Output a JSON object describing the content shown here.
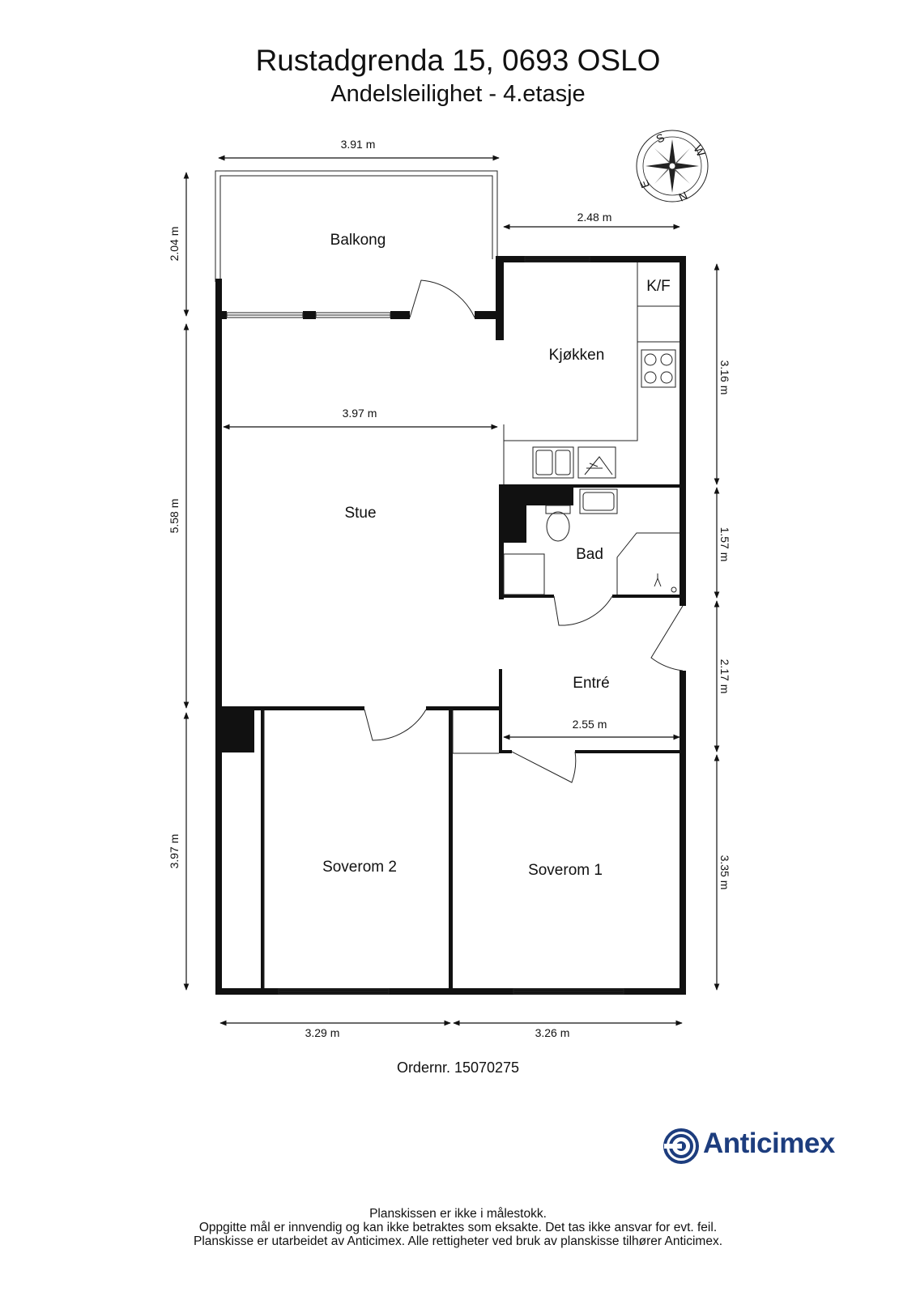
{
  "header": {
    "address": "Rustadgrenda 15, 0693 OSLO",
    "subtitle": "Andelsleilighet  - 4.etasje"
  },
  "compass": {
    "letters": [
      "S",
      "W",
      "E",
      "N"
    ]
  },
  "rooms": {
    "balkong": "Balkong",
    "kjokken": "Kjøkken",
    "kf": "K/F",
    "stue": "Stue",
    "bad": "Bad",
    "entre": "Entré",
    "soverom2": "Soverom 2",
    "soverom1": "Soverom 1"
  },
  "dimensions": {
    "balkong_width": "3.91 m",
    "balkong_depth": "2.04 m",
    "kjokken_width": "2.48 m",
    "kjokken_depth": "3.16 m",
    "stue_width": "3.97 m",
    "stue_depth": "5.58 m",
    "bad_depth": "1.57 m",
    "entre_depth": "2.17 m",
    "entre_width": "2.55 m",
    "soverom2_depth": "3.97 m",
    "soverom1_depth": "3.35 m",
    "soverom2_width": "3.29 m",
    "soverom1_width": "3.26 m"
  },
  "order": "Ordernr. 15070275",
  "brand": {
    "name": "Anticimex",
    "color": "#1d3d7e"
  },
  "disclaimer": [
    "Planskissen er ikke i målestokk.",
    "Oppgitte mål er innvendig og kan ikke betraktes som eksakte. Det tas ikke ansvar for evt. feil.",
    "Planskisse er utarbeidet av Anticimex. Alle rettigheter ved bruk av planskisse tilhører Anticimex."
  ]
}
